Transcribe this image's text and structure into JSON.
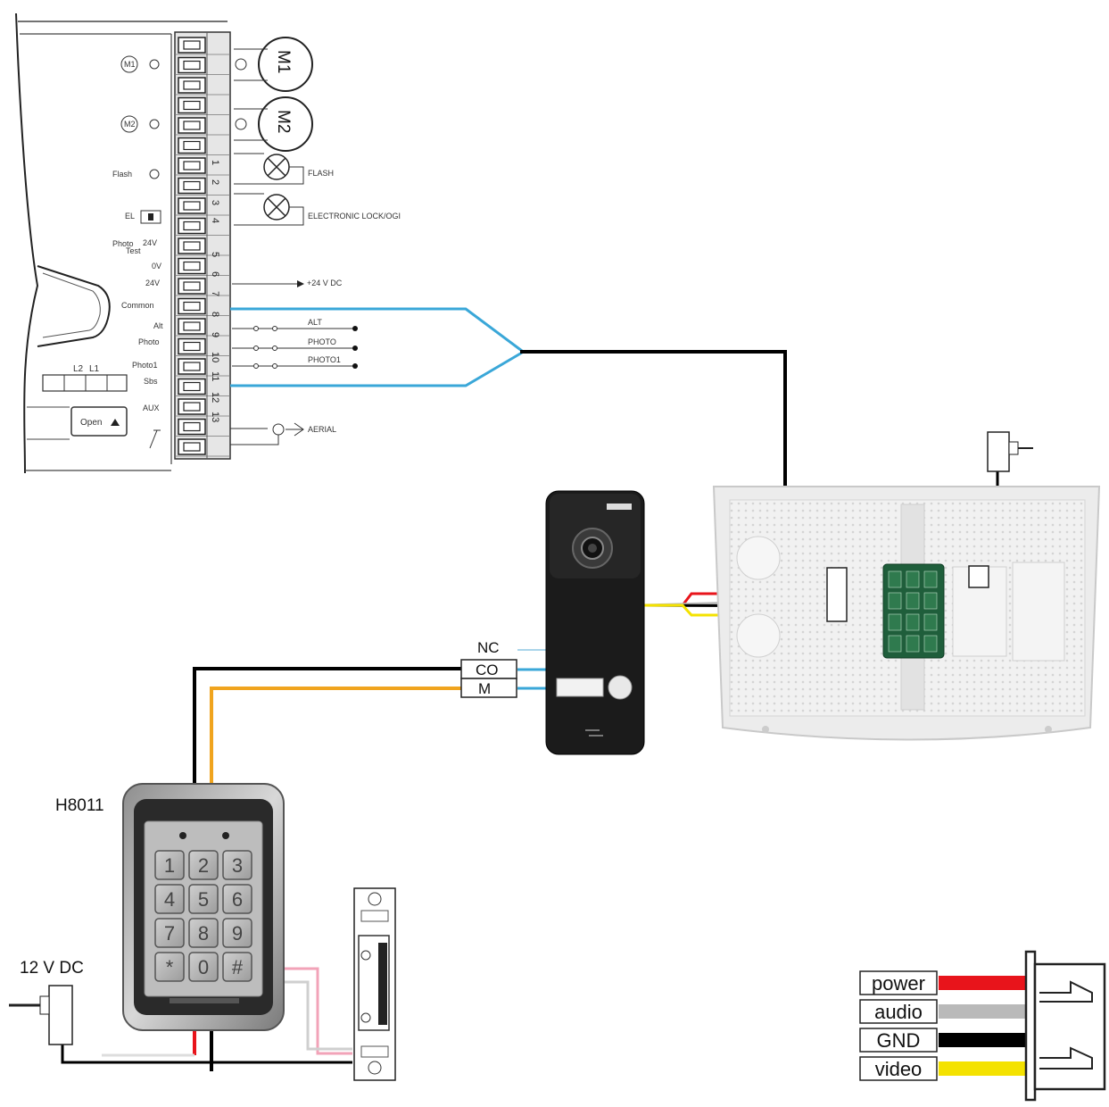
{
  "controller": {
    "terminal_numbers": [
      "1",
      "2",
      "3",
      "4",
      "5",
      "6",
      "7",
      "8",
      "9",
      "10",
      "11",
      "12",
      "13"
    ],
    "left_labels": {
      "m1": "M1",
      "m2": "M2",
      "flash": "Flash",
      "el": "EL",
      "photo_test_a": "Photo",
      "photo_test_b": "Test",
      "photo_test_v": "24V",
      "zero_v": "0V",
      "v24": "24V",
      "common": "Common",
      "alt": "Alt",
      "photo": "Photo",
      "photo1": "Photo1",
      "sbs": "Sbs",
      "aux": "AUX",
      "l2": "L2",
      "l1": "L1",
      "open_button": "Open"
    },
    "right_labels": {
      "motor1": "M1",
      "motor2": "M2",
      "flash": "FLASH",
      "lock": "ELECTRONIC LOCK/OGI",
      "plus24": "+24 V DC",
      "alt": "ALT",
      "photo": "PHOTO",
      "photo1": "PHOTO1",
      "aerial": "AERIAL"
    }
  },
  "relay_labels": {
    "nc": "NC",
    "co": "CO",
    "m": "M"
  },
  "keypad": {
    "model": "H8011",
    "keys": [
      "1",
      "2",
      "3",
      "4",
      "5",
      "6",
      "7",
      "8",
      "9",
      "*",
      "0",
      "#"
    ]
  },
  "supply_label": "12 V DC",
  "legend": [
    {
      "label": "power",
      "color": "#e8141b"
    },
    {
      "label": "audio",
      "color": "#b9b9b9"
    },
    {
      "label": "GND",
      "color": "#000000"
    },
    {
      "label": "video",
      "color": "#f4e200"
    }
  ],
  "colors": {
    "blue_wire": "#3aa7d8",
    "orange_wire": "#f0a41e",
    "pink_wire": "#f2a3b8",
    "pcb_green": "#1f5e3b"
  }
}
